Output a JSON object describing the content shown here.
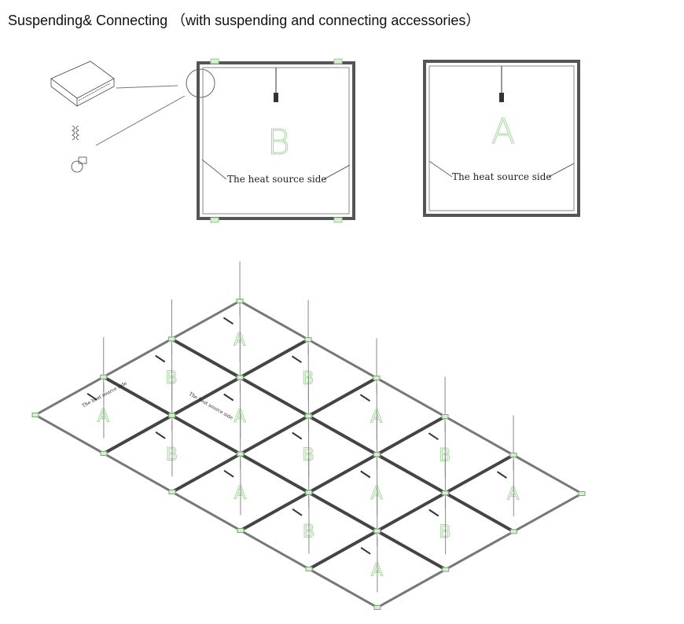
{
  "title": "Suspending& Connecting （with suspending and connecting accessories）",
  "panel_b": {
    "letter": "B",
    "label": "The heat source side"
  },
  "panel_a": {
    "letter": "A",
    "label": "The heat source side"
  },
  "assembly": {
    "rows": 3,
    "cols": 5,
    "letters": [
      [
        "A",
        "B",
        "A",
        "B",
        "A"
      ],
      [
        "B",
        "A",
        "B",
        "A",
        "B"
      ],
      [
        "A",
        "B",
        "A",
        "B",
        "A"
      ]
    ],
    "small_label": "The heat source side"
  }
}
